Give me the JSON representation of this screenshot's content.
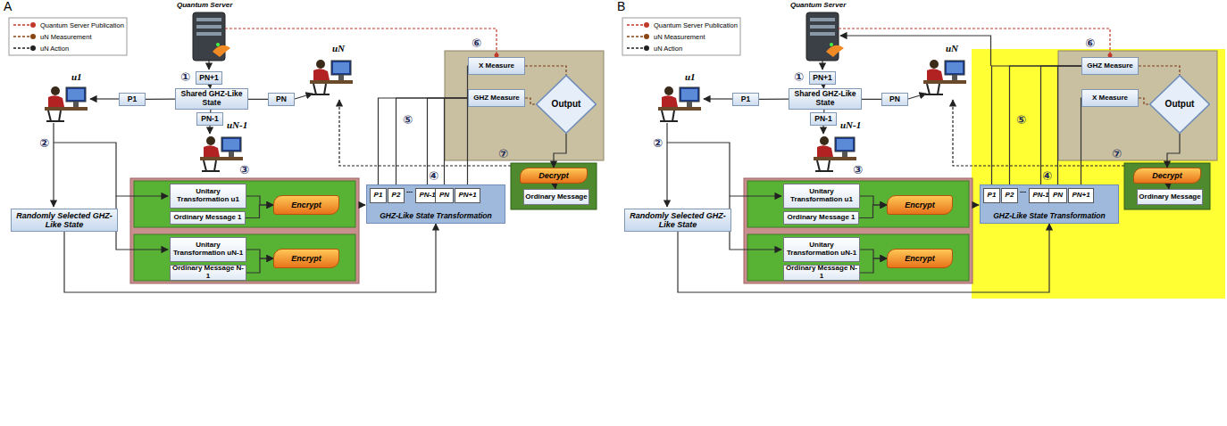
{
  "diagram": {
    "nodes": [
      {
        "text": [
          "PN+1"
        ]
      },
      {
        "text": [
          "Shared GHZ-Like State"
        ]
      },
      {
        "text": [
          "P1"
        ]
      },
      {
        "text": [
          "PN"
        ]
      },
      {
        "text": [
          "PN-1"
        ]
      },
      {
        "text": [
          "Randomly Selected GHZ-Like State"
        ]
      },
      {
        "text": [
          "Unitary Transformation u1"
        ]
      },
      {
        "text": [
          "Ordinary Message 1"
        ]
      },
      {
        "text": [
          "Encrypt"
        ]
      },
      {
        "text": [
          "Unitary Transformation uN-1"
        ]
      },
      {
        "text": [
          "Ordinary Message N-1"
        ]
      },
      {
        "text": [
          "Encrypt"
        ]
      },
      {
        "text": [
          "GHZ-Like State Transformation"
        ]
      },
      {
        "text": [
          "P1"
        ],
        "in": 12
      },
      {
        "text": [
          "P2"
        ],
        "in": 12
      },
      {
        "text": [
          "PN-1"
        ],
        "in": 12
      },
      {
        "text": [
          "PN"
        ],
        "in": 12
      },
      {
        "text": [
          "PN+1"
        ],
        "in": 12
      },
      {
        "text": [
          "X Measure"
        ]
      },
      {
        "text": [
          "GHZ Measure"
        ]
      },
      {
        "text": [
          "Output"
        ]
      },
      {
        "text": [
          "Decrypt"
        ]
      },
      {
        "text": [
          "Ordinary Message"
        ]
      },
      {
        "text": [
          "PN+1"
        ]
      },
      {
        "text": [
          "Shared GHZ-Like State"
        ]
      },
      {
        "text": [
          "P1"
        ]
      },
      {
        "text": [
          "PN"
        ]
      },
      {
        "text": [
          "PN-1"
        ]
      },
      {
        "text": [
          "Randomly Selected GHZ-Like State"
        ]
      },
      {
        "text": [
          "Unitary Transformation u1"
        ]
      },
      {
        "text": [
          "Ordinary Message 1"
        ]
      },
      {
        "text": [
          "Encrypt"
        ]
      },
      {
        "text": [
          "Unitary Transformation uN-1"
        ]
      },
      {
        "text": [
          "Ordinary Message N-1"
        ]
      },
      {
        "text": [
          "Encrypt"
        ]
      },
      {
        "text": [
          "GHZ-Like State Transformation"
        ]
      },
      {
        "text": [
          "P1"
        ],
        "in": 35
      },
      {
        "text": [
          "P2"
        ],
        "in": 35
      },
      {
        "text": [
          "PN-1"
        ],
        "in": 35
      },
      {
        "text": [
          "PN"
        ],
        "in": 35
      },
      {
        "text": [
          "PN+1"
        ],
        "in": 35
      },
      {
        "text": [
          "GHZ Measure"
        ]
      },
      {
        "text": [
          "X Measure"
        ]
      },
      {
        "text": [
          "Output"
        ]
      },
      {
        "text": [
          "Decrypt"
        ]
      },
      {
        "text": [
          "Ordinary Message"
        ]
      }
    ],
    "edges": [
      {
        "from": 0,
        "to": 1,
        "arrow": "to"
      },
      {
        "from": 1,
        "to": 2,
        "arrow": "none"
      },
      {
        "from": 1,
        "to": 3,
        "arrow": "none"
      },
      {
        "from": 1,
        "to": 4,
        "arrow": "none"
      },
      {
        "from": 6,
        "to": 8,
        "arrow": "to"
      },
      {
        "from": 7,
        "to": 8,
        "arrow": "to"
      },
      {
        "from": 9,
        "to": 11,
        "arrow": "to"
      },
      {
        "from": 10,
        "to": 11,
        "arrow": "to"
      },
      {
        "from": 5,
        "to": 12,
        "arrow": "to"
      },
      {
        "from": 13,
        "to": 19,
        "arrow": "none"
      },
      {
        "from": 14,
        "to": 19,
        "arrow": "none"
      },
      {
        "from": 15,
        "to": 19,
        "arrow": "none"
      },
      {
        "from": 16,
        "to": 19,
        "arrow": "none"
      },
      {
        "from": 17,
        "to": 18,
        "arrow": "none"
      },
      {
        "from": 18,
        "to": 20,
        "arrow": "none"
      },
      {
        "from": 19,
        "to": 20,
        "arrow": "none"
      },
      {
        "from": 20,
        "to": 21,
        "arrow": "to"
      },
      {
        "from": 21,
        "to": 22,
        "arrow": "to"
      },
      {
        "from": 23,
        "to": 24,
        "arrow": "to"
      },
      {
        "from": 24,
        "to": 25,
        "arrow": "none"
      },
      {
        "from": 24,
        "to": 26,
        "arrow": "none"
      },
      {
        "from": 24,
        "to": 27,
        "arrow": "none"
      },
      {
        "from": 29,
        "to": 31,
        "arrow": "to"
      },
      {
        "from": 30,
        "to": 31,
        "arrow": "to"
      },
      {
        "from": 32,
        "to": 34,
        "arrow": "to"
      },
      {
        "from": 33,
        "to": 34,
        "arrow": "to"
      },
      {
        "from": 28,
        "to": 35,
        "arrow": "to"
      },
      {
        "from": 36,
        "to": 41,
        "arrow": "none"
      },
      {
        "from": 37,
        "to": 41,
        "arrow": "none"
      },
      {
        "from": 38,
        "to": 41,
        "arrow": "none"
      },
      {
        "from": 39,
        "to": 41,
        "arrow": "none"
      },
      {
        "from": 40,
        "to": 42,
        "arrow": "none"
      },
      {
        "from": 41,
        "to": 43,
        "arrow": "none"
      },
      {
        "from": 42,
        "to": 43,
        "arrow": "none"
      },
      {
        "from": 43,
        "to": 44,
        "arrow": "to"
      },
      {
        "from": 44,
        "to": 45,
        "arrow": "to"
      }
    ],
    "labels": [
      "A",
      "Quantum Server",
      "①",
      "u1",
      "uN",
      "uN-1",
      "②",
      "③",
      "④",
      "⑤",
      "⑥",
      "⑦",
      "---",
      "B",
      "Quantum Server",
      "①",
      "u1",
      "uN",
      "uN-1",
      "②",
      "③",
      "④",
      "⑤",
      "⑥",
      "⑦",
      "---"
    ],
    "legend": [
      {
        "text": "Quantum Server Publication"
      },
      {
        "text": "uN Measurement"
      },
      {
        "text": "uN Action"
      },
      {
        "text": "Quantum Server Publication"
      },
      {
        "text": "uN Measurement"
      },
      {
        "text": "uN Action"
      }
    ]
  }
}
